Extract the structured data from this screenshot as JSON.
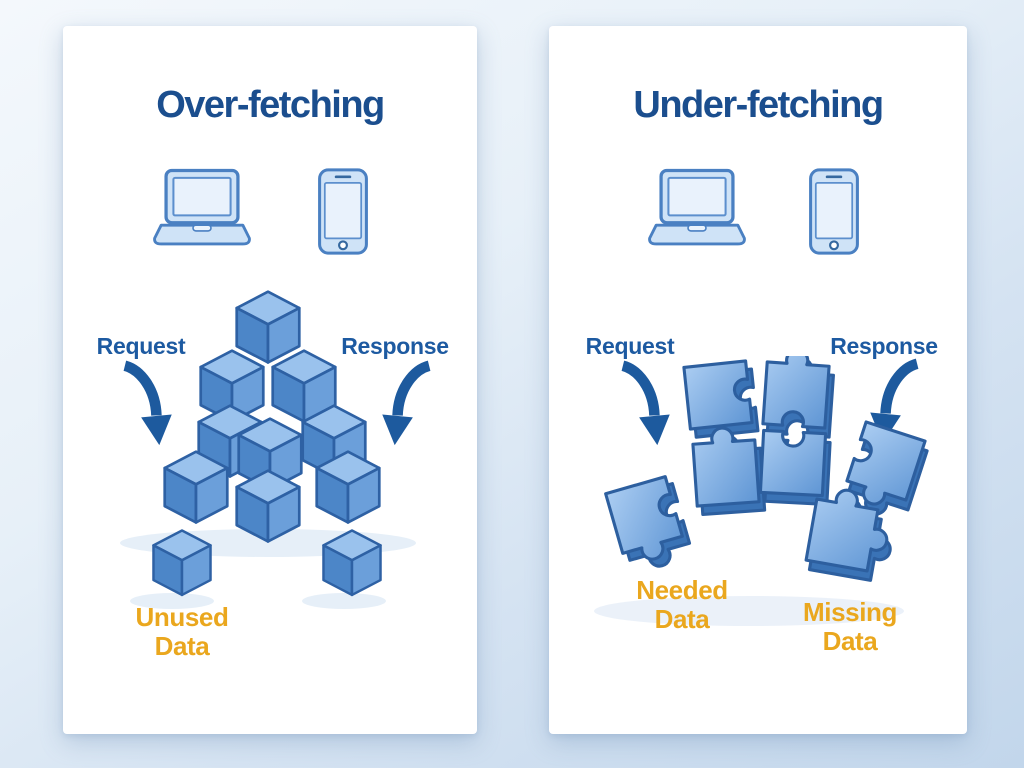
{
  "left_panel": {
    "title": "Over-fetching",
    "request_label": "Request",
    "response_label": "Response",
    "unused_data_label": {
      "line1": "Unused",
      "line2": "Data"
    },
    "icons": {
      "laptop": "laptop-icon",
      "phone": "smartphone-icon"
    },
    "graphic": {
      "type": "cube-stack",
      "stacked_cubes": 9,
      "leftover_cubes": 2
    }
  },
  "right_panel": {
    "title": "Under-fetching",
    "request_label": "Request",
    "response_label": "Response",
    "needed_data_label": {
      "line1": "Needed",
      "line2": "Data"
    },
    "missing_data_label": {
      "line1": "Missing",
      "line2": "Data"
    },
    "icons": {
      "laptop": "laptop-icon",
      "phone": "smartphone-icon"
    },
    "graphic": {
      "type": "puzzle-pieces",
      "grouped_pieces": 4,
      "scattered_pieces": 3
    }
  },
  "colors": {
    "title_navy": "#1b4e8e",
    "flow_label_blue": "#1d5aa1",
    "arrow_blue": "#1d5a9e",
    "data_label_gold": "#eaa71e",
    "shape_top_blue": "#9ac2ed",
    "shape_left_blue": "#4c86c8",
    "shape_right_blue": "#6b9fda",
    "shape_outline": "#2e61a4",
    "device_fill": "#cfe3f7",
    "device_screen": "#e9f2fc",
    "device_stroke": "#4a80c2",
    "panel_background": "#ffffff",
    "page_background_top": "#f4f8fc",
    "page_background_bottom": "#c2d6eb"
  }
}
